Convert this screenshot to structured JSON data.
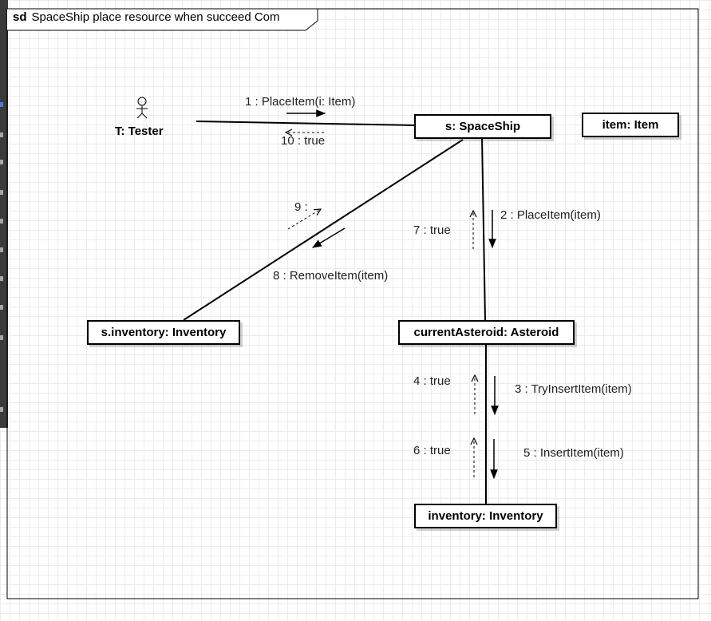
{
  "frame": {
    "keyword": "sd",
    "title": "SpaceShip place resource when succeed Com"
  },
  "actor": {
    "name": "T: Tester"
  },
  "objects": {
    "spaceship": "s: SpaceShip",
    "item": "item: Item",
    "ship_inventory": "s.inventory: Inventory",
    "asteroid": "currentAsteroid: Asteroid",
    "inventory": "inventory: Inventory"
  },
  "messages": {
    "m1": "1 : PlaceItem(i: Item)",
    "m2": "2 : PlaceItem(item)",
    "m3": "3 : TryInsertItem(item)",
    "m4": "4 : true",
    "m5": "5 : InsertItem(item)",
    "m6": "6 : true",
    "m7": "7 : true",
    "m8": "8 : RemoveItem(item)",
    "m9": "9 :",
    "m10": "10 : true"
  }
}
